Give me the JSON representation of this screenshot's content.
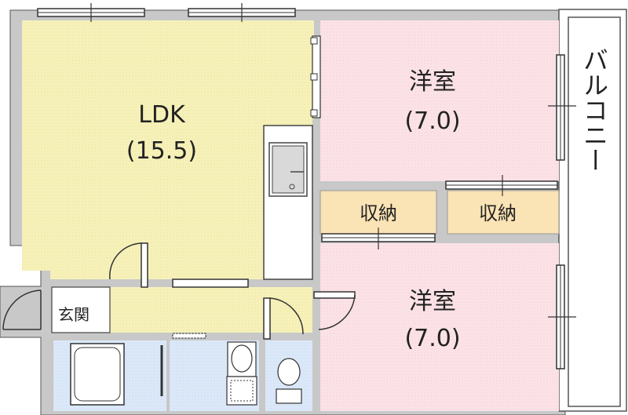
{
  "rooms": {
    "ldk": {
      "name": "LDK",
      "size": "(15.5)"
    },
    "bedroom_upper": {
      "name": "洋室",
      "size": "(7.0)"
    },
    "bedroom_lower": {
      "name": "洋室",
      "size": "(7.0)"
    },
    "closet_left": {
      "name": "収納"
    },
    "closet_right": {
      "name": "収納"
    },
    "entrance": {
      "name": "玄関"
    },
    "balcony": {
      "name": "バルコニー"
    }
  },
  "colors": {
    "ldk": "#f6f1b9",
    "bedroom": "#fbe2e6",
    "closet": "#fae3b4",
    "wet_area": "#dbe8f8",
    "hall": "#f6f1b9",
    "wall": "#c8c8c8",
    "outline": "#444444"
  }
}
